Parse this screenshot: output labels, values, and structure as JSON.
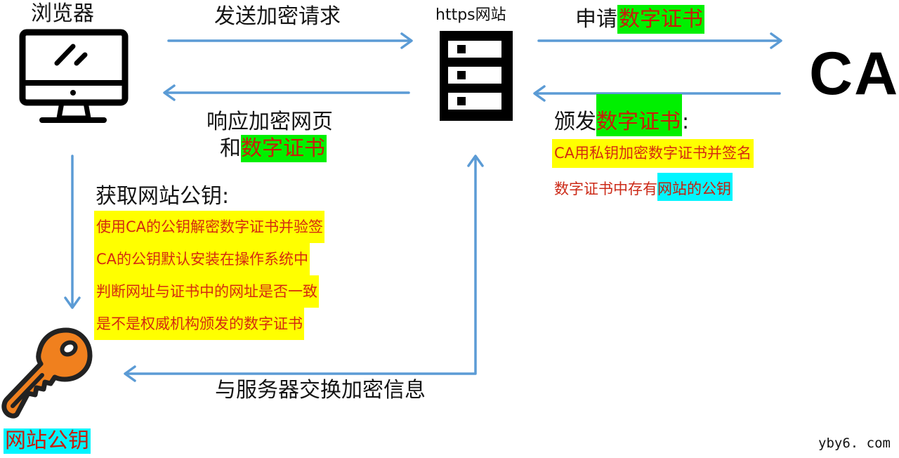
{
  "nodes": {
    "browser": {
      "label": "浏览器",
      "icon": "monitor-icon"
    },
    "server": {
      "label": "https网站",
      "icon": "server-icon"
    },
    "ca": {
      "label": "CA"
    },
    "key": {
      "label": "网站公钥",
      "icon": "key-icon"
    }
  },
  "arrows": {
    "send_request": {
      "label": "发送加密请求"
    },
    "response": {
      "line1": "响应加密网页",
      "line2_prefix": "和",
      "line2_highlight": "数字证书"
    },
    "apply_cert": {
      "prefix": "申请",
      "highlight": "数字证书"
    },
    "issue_cert": {
      "prefix": "颁发",
      "highlight": "数字证书",
      "suffix": ":"
    },
    "exchange": {
      "label": "与服务器交换加密信息"
    }
  },
  "ca_notes": [
    {
      "text": "CA用私钥加密数字证书并签名"
    },
    {
      "prefix": "数字证书中存有",
      "highlight": "网站的公钥"
    }
  ],
  "get_public_key": {
    "title": "获取网站公钥:",
    "steps": [
      "使用CA的公钥解密数字证书并验签",
      "CA的公钥默认安装在操作系统中",
      "判断网址与证书中的网址是否一致",
      "是不是权威机构颁发的数字证书"
    ]
  },
  "watermark": "yby6. com",
  "colors": {
    "arrow": "#5b9bd5",
    "highlight_green": "#00f000",
    "highlight_yellow": "#ffff00",
    "highlight_cyan": "#00f5ff",
    "key_orange": "#f0801e",
    "text_red": "#cc2a18"
  }
}
